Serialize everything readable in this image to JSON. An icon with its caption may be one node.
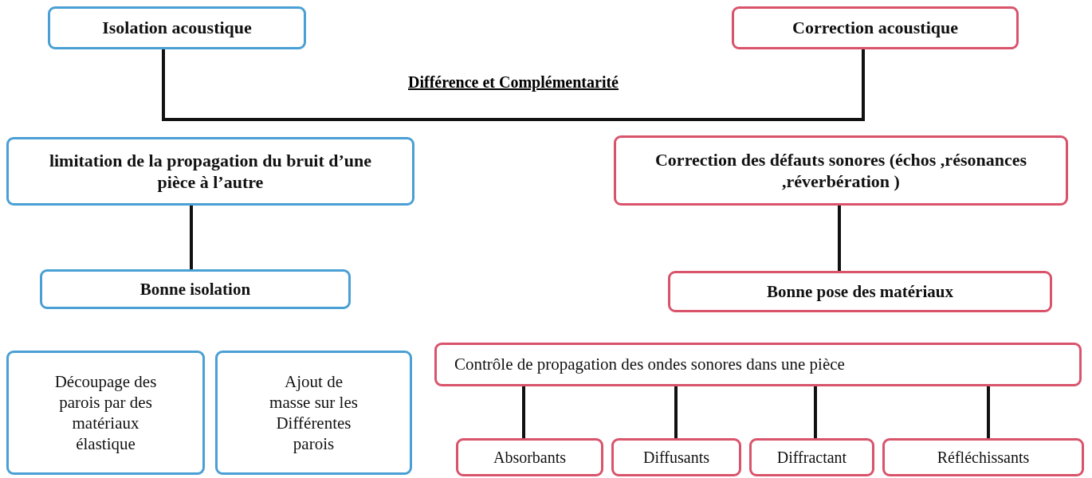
{
  "diagram": {
    "nodes": [
      {
        "text": [
          "Isolation acoustique"
        ]
      },
      {
        "text": [
          "Correction acoustique"
        ]
      },
      {
        "text": [
          "limitation de la propagation du bruit d’une pièce à l’autre"
        ]
      },
      {
        "text": [
          "Correction des défauts sonores (échos ,résonances ,réverbération )"
        ]
      },
      {
        "text": [
          "Bonne isolation"
        ]
      },
      {
        "text": [
          "Bonne pose des matériaux"
        ]
      },
      {
        "text": [
          "Découpage des parois par des matériaux élastique"
        ]
      },
      {
        "text": [
          "Ajout de masse sur les Différentes parois"
        ]
      },
      {
        "text": [
          "Contrôle de propagation des ondes sonores dans une pièce"
        ]
      },
      {
        "text": [
          "Absorbants"
        ]
      },
      {
        "text": [
          "Diffusants"
        ]
      },
      {
        "text": [
          "Diffractant"
        ]
      },
      {
        "text": [
          "Réfléchissants"
        ]
      }
    ],
    "edges": [
      {
        "from": 0,
        "to": 1,
        "arrow": "none",
        "label": "Différence et Complémentarité"
      },
      {
        "from": 2,
        "to": 4,
        "arrow": "none"
      },
      {
        "from": 3,
        "to": 5,
        "arrow": "none"
      },
      {
        "from": 8,
        "to": 9,
        "arrow": "none"
      },
      {
        "from": 8,
        "to": 10,
        "arrow": "none"
      },
      {
        "from": 8,
        "to": 11,
        "arrow": "none"
      },
      {
        "from": 8,
        "to": 12,
        "arrow": "none"
      }
    ]
  }
}
